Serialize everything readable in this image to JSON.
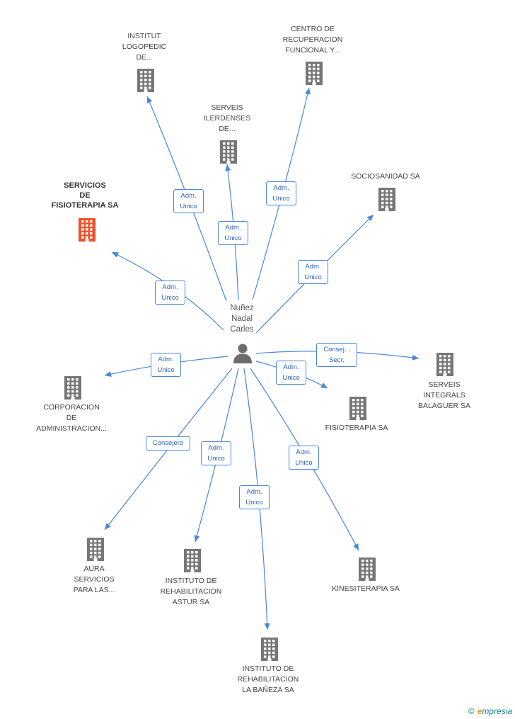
{
  "person": {
    "name_lines": [
      "Nuñez",
      "Nadal",
      "Carles"
    ]
  },
  "companies": [
    {
      "id": "institut-logopedic",
      "lines": [
        "INSTITUT",
        "LOGOPEDIC",
        "DE..."
      ],
      "highlight": false
    },
    {
      "id": "centro-recuperacion",
      "lines": [
        "CENTRO DE",
        "RECUPERACION",
        "FUNCIONAL Y..."
      ],
      "highlight": false
    },
    {
      "id": "serveis-ilerdenses",
      "lines": [
        "SERVEIS",
        "ILERDENSES",
        "DE..."
      ],
      "highlight": false
    },
    {
      "id": "servicios-fisioterapia",
      "lines": [
        "SERVICIOS",
        "DE",
        "FISIOTERAPIA SA"
      ],
      "highlight": true
    },
    {
      "id": "sociosanidad",
      "lines": [
        "SOCIOSANIDAD SA"
      ],
      "highlight": false
    },
    {
      "id": "corporacion-administracion",
      "lines": [
        "CORPORACION",
        "DE",
        "ADMINISTRACION..."
      ],
      "highlight": false
    },
    {
      "id": "serveis-integrals",
      "lines": [
        "SERVEIS",
        "INTEGRALS",
        "BALAGUER SA"
      ],
      "highlight": false
    },
    {
      "id": "fisioterapia",
      "lines": [
        "FISIOTERAPIA SA"
      ],
      "highlight": false
    },
    {
      "id": "aura-servicios",
      "lines": [
        "AURA",
        "SERVICIOS",
        "PARA LAS..."
      ],
      "highlight": false
    },
    {
      "id": "instituto-astur",
      "lines": [
        "INSTITUTO DE",
        "REHABILITACION",
        "ASTUR SA"
      ],
      "highlight": false
    },
    {
      "id": "kinesiterapia",
      "lines": [
        "KINESITERAPIA SA"
      ],
      "highlight": false
    },
    {
      "id": "instituto-baneza",
      "lines": [
        "INSTITUTO DE",
        "REHABILITACION",
        "LA BAÑEZA SA"
      ],
      "highlight": false
    }
  ],
  "roles": [
    {
      "target": "institut-logopedic",
      "lines": [
        "Adm.",
        "Unico"
      ]
    },
    {
      "target": "serveis-ilerdenses",
      "lines": [
        "Adm.",
        "Unico"
      ]
    },
    {
      "target": "centro-recuperacion",
      "lines": [
        "Adm.",
        "Unico"
      ]
    },
    {
      "target": "sociosanidad",
      "lines": [
        "Adm.",
        "Unico"
      ]
    },
    {
      "target": "servicios-fisioterapia",
      "lines": [
        "Adm.",
        "Unico"
      ]
    },
    {
      "target": "serveis-integrals",
      "lines": [
        "Consej. ,",
        "Secr."
      ]
    },
    {
      "target": "corporacion-administracion",
      "lines": [
        "Adm.",
        "Unico"
      ]
    },
    {
      "target": "fisioterapia",
      "lines": [
        "Adm.",
        "Unico"
      ]
    },
    {
      "target": "aura-servicios",
      "lines": [
        "Consejero"
      ]
    },
    {
      "target": "instituto-astur",
      "lines": [
        "Adm.",
        "Unico"
      ]
    },
    {
      "target": "instituto-baneza",
      "lines": [
        "Adm.",
        "Unico"
      ]
    },
    {
      "target": "kinesiterapia",
      "lines": [
        "Adm.",
        "Unico"
      ]
    }
  ],
  "colors": {
    "edge": "#4a86d8",
    "building": "#777777",
    "building_highlight": "#f0502a",
    "person": "#6d6d6d"
  },
  "icons": {
    "company": "building-icon",
    "person": "person-icon"
  },
  "brand": {
    "symbol": "©",
    "initial": "e",
    "rest": "mpresia"
  }
}
